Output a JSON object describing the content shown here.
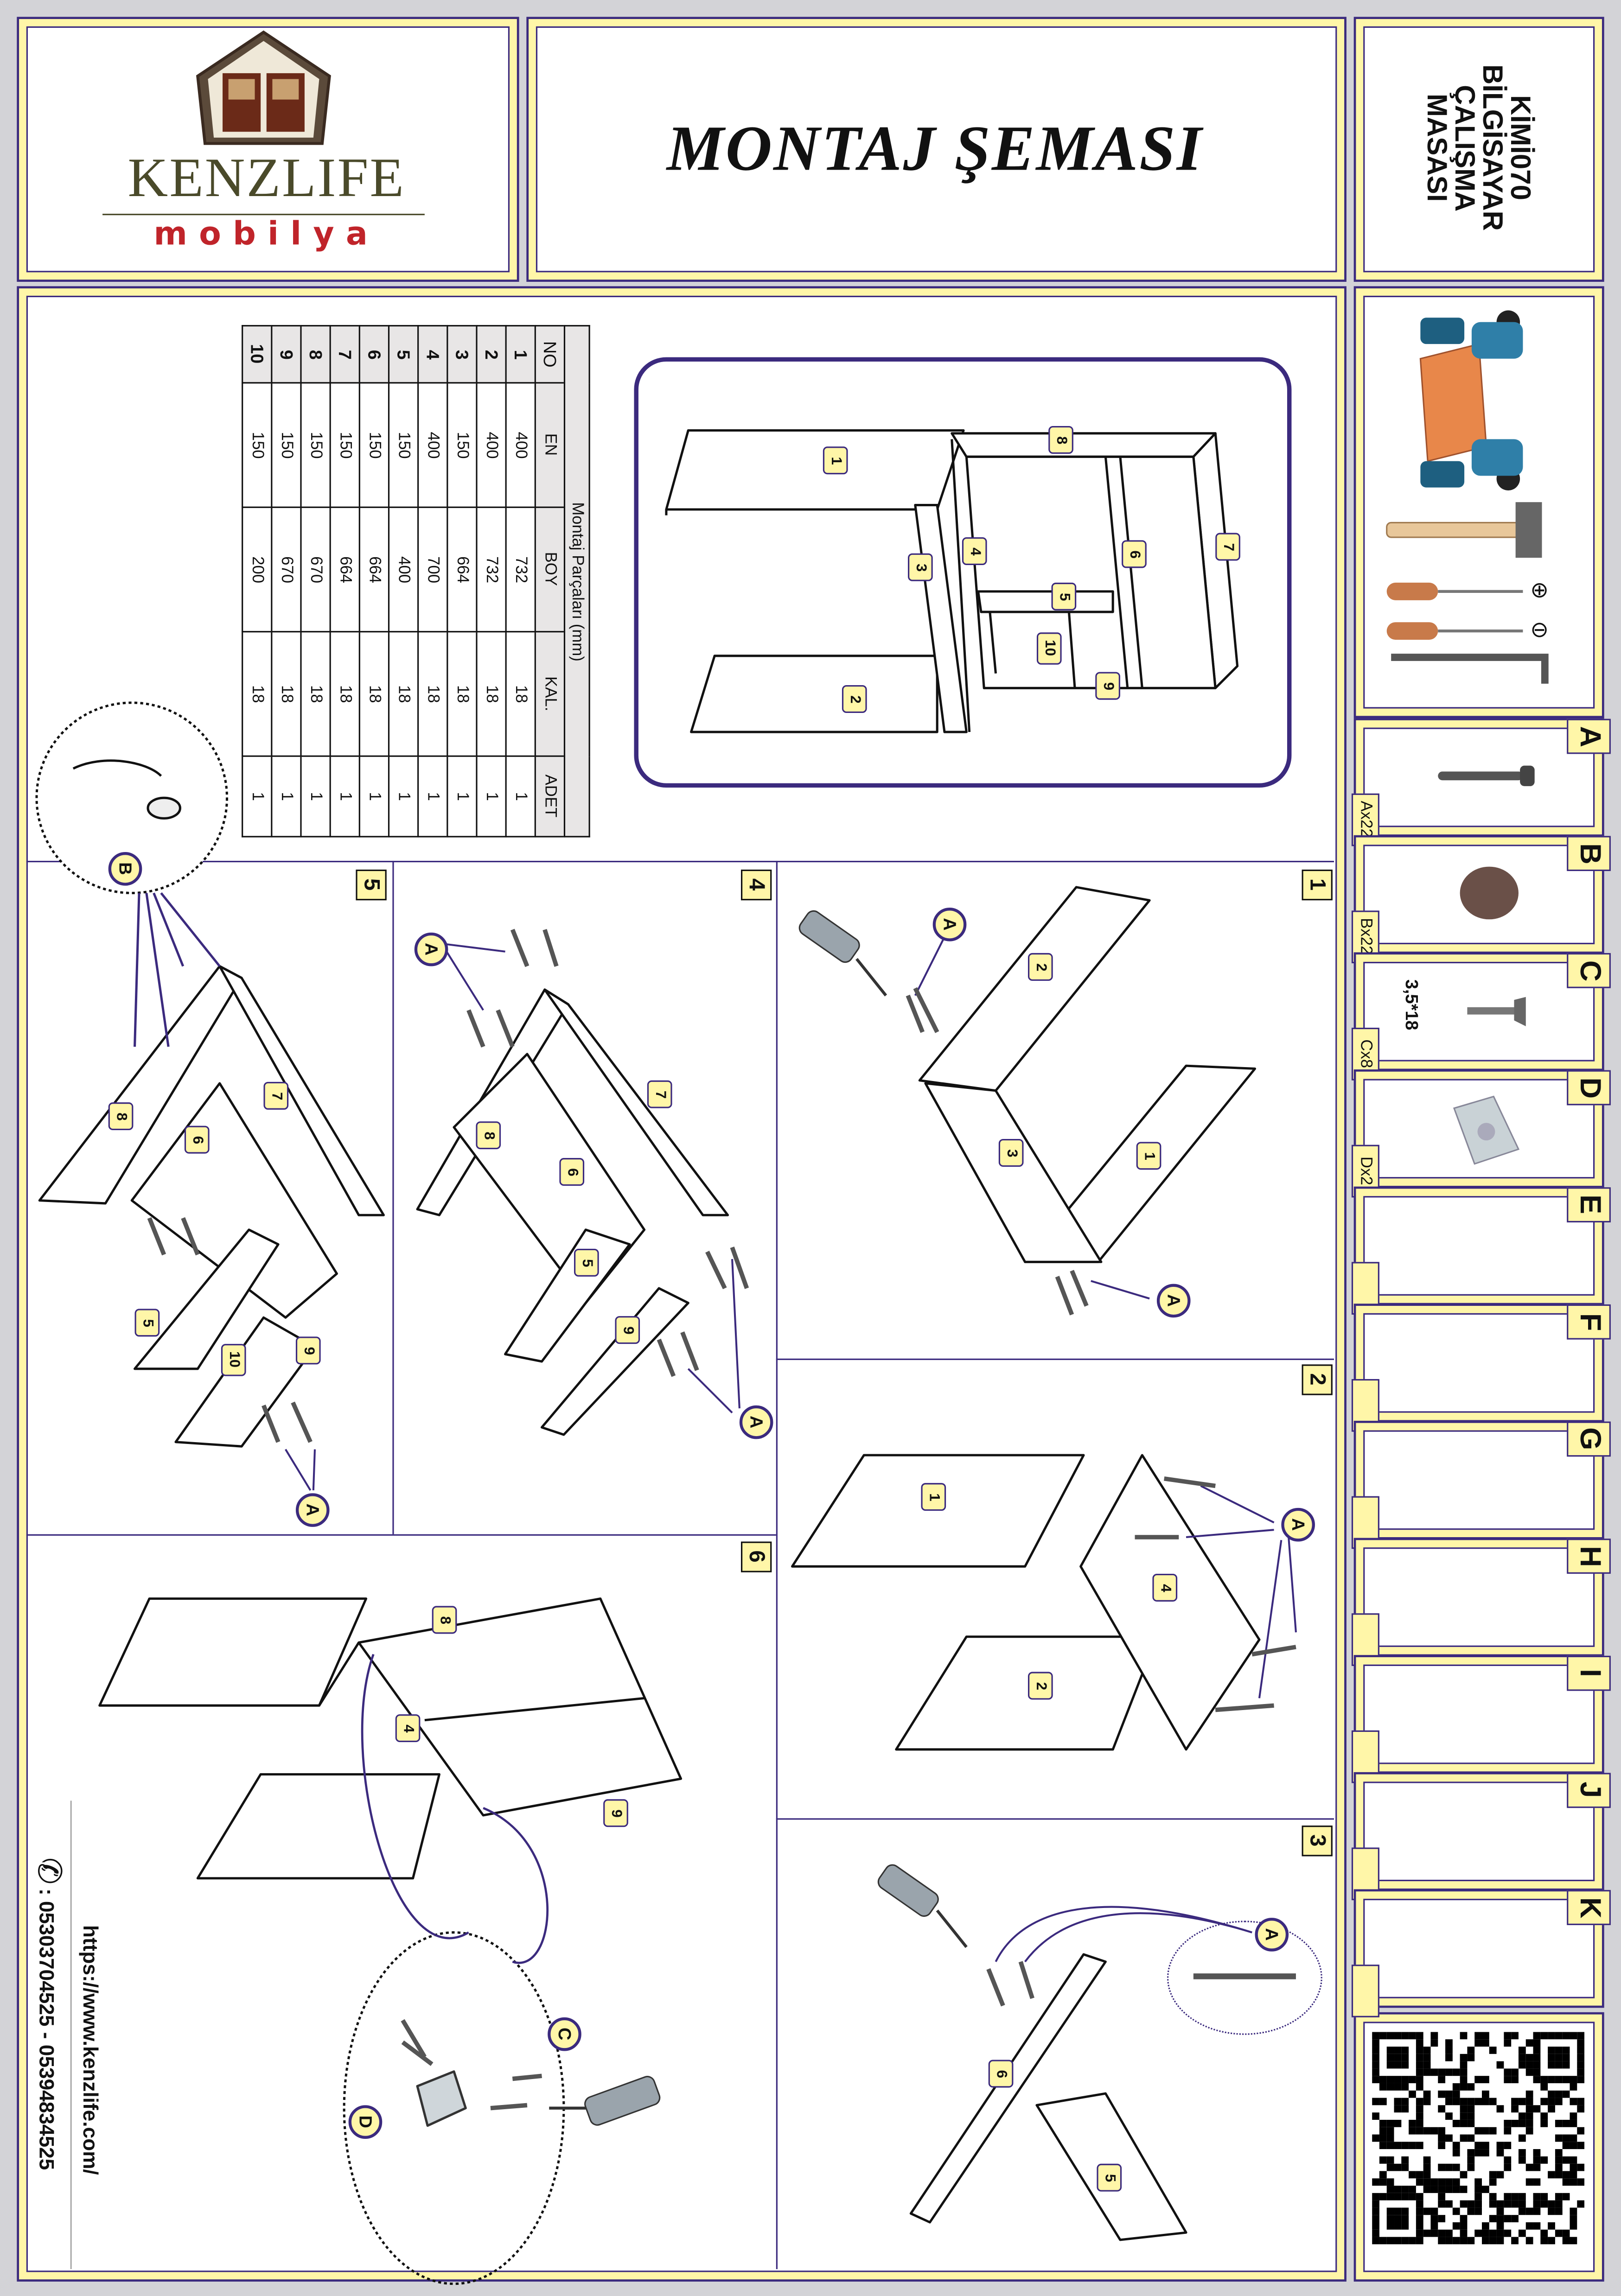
{
  "header": {
    "brand": "KENZLIFE",
    "brand_sub": "mobilya",
    "title": "MONTAJ ŞEMASI",
    "product_lines": [
      "KİMİ070",
      "BİLGİSAYAR",
      "ÇALIŞMA",
      "MASASI"
    ]
  },
  "parts_table": {
    "caption": "Montaj Parçaları (mm)",
    "columns": [
      "NO",
      "EN",
      "BOY",
      "KAL.",
      "ADET"
    ],
    "rows": [
      [
        "1",
        "400",
        "732",
        "18",
        "1"
      ],
      [
        "2",
        "400",
        "732",
        "18",
        "1"
      ],
      [
        "3",
        "150",
        "664",
        "18",
        "1"
      ],
      [
        "4",
        "400",
        "700",
        "18",
        "1"
      ],
      [
        "5",
        "150",
        "400",
        "18",
        "1"
      ],
      [
        "6",
        "150",
        "664",
        "18",
        "1"
      ],
      [
        "7",
        "150",
        "664",
        "18",
        "1"
      ],
      [
        "8",
        "150",
        "670",
        "18",
        "1"
      ],
      [
        "9",
        "150",
        "670",
        "18",
        "1"
      ],
      [
        "10",
        "150",
        "200",
        "18",
        "1"
      ]
    ]
  },
  "overview_labels": [
    "1",
    "8",
    "7",
    "6",
    "4",
    "3",
    "5",
    "10",
    "9",
    "2"
  ],
  "steps": [
    {
      "number": "1",
      "labels": [
        "A",
        "2",
        "3",
        "1",
        "A"
      ]
    },
    {
      "number": "2",
      "labels": [
        "1",
        "4",
        "2",
        "A"
      ]
    },
    {
      "number": "3",
      "labels": [
        "A",
        "6",
        "5"
      ]
    },
    {
      "number": "4",
      "labels": [
        "A",
        "8",
        "7",
        "6",
        "5",
        "9",
        "A"
      ]
    },
    {
      "number": "5",
      "labels": [
        "B",
        "8",
        "7",
        "6",
        "5",
        "10",
        "9",
        "A"
      ]
    },
    {
      "number": "6",
      "labels": [
        "8",
        "4",
        "9",
        "C",
        "D"
      ]
    }
  ],
  "hardware": [
    {
      "letter": "A",
      "count": "Ax22",
      "icon": "screw-icon"
    },
    {
      "letter": "B",
      "count": "Bx22",
      "icon": "cap-icon"
    },
    {
      "letter": "C",
      "count": "Cx8",
      "icon": "small-screw-icon",
      "note": "3,5*18"
    },
    {
      "letter": "D",
      "count": "Dx2",
      "icon": "connector-icon"
    },
    {
      "letter": "E"
    },
    {
      "letter": "F"
    },
    {
      "letter": "G"
    },
    {
      "letter": "H"
    },
    {
      "letter": "I"
    },
    {
      "letter": "J"
    },
    {
      "letter": "K"
    }
  ],
  "tools": {
    "phillips_symbol": "⊕",
    "flat_symbol": "⊖"
  },
  "contact": {
    "url": "https://www.kenzlife.com/",
    "phones": ": 05303704525 - 05394834525"
  },
  "colors": {
    "frame": "#3b2a7e",
    "frame_fill": "#fff6a8",
    "background": "#d3d3d7",
    "brand_red": "#c0242a"
  }
}
